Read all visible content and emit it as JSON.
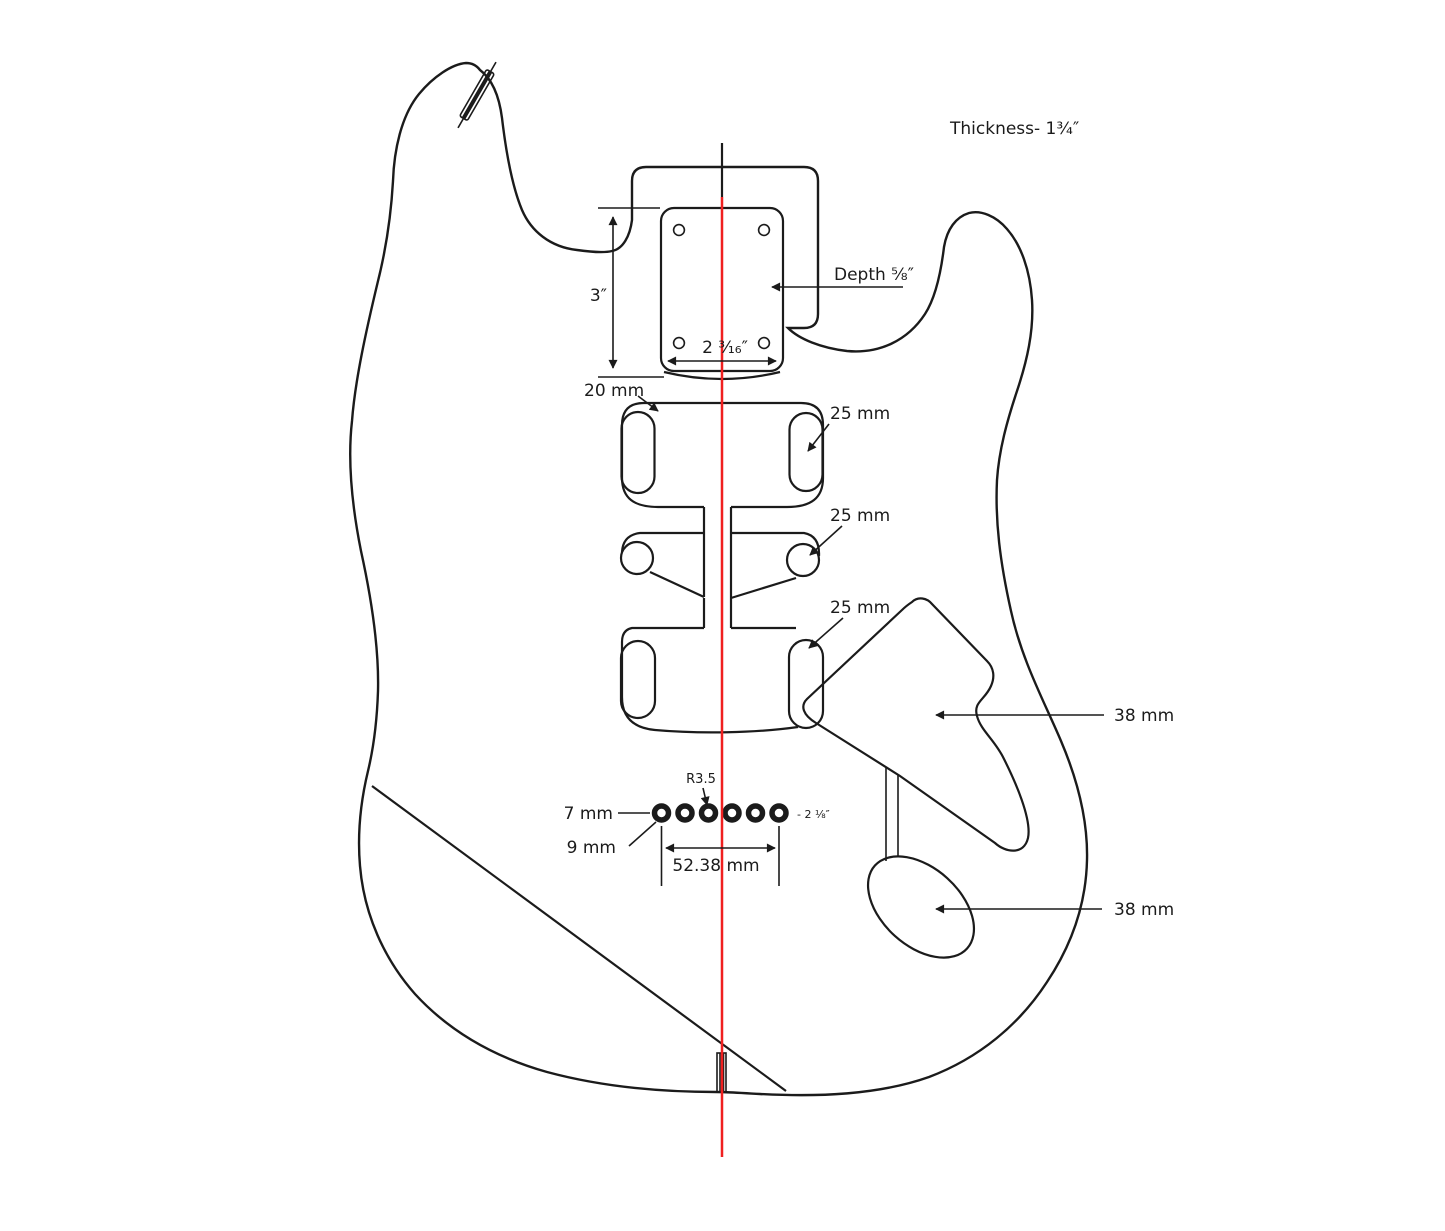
{
  "diagram": {
    "subject": "stratocaster-body-rear-routing-template",
    "colors": {
      "outline": "#1b1b1b",
      "centerline": "#f02020"
    },
    "labels": {
      "thickness": "Thickness- 1¾″",
      "neck_pocket_length": "3″",
      "neck_pocket_depth": "Depth ⅝″",
      "neck_pocket_width": "2 ³⁄₁₆″",
      "neck_route_width": "20 mm",
      "neck_ear_width": "25 mm",
      "middle_ear_width": "25 mm",
      "bridge_ear_width": "25 mm",
      "trem_cavity_width": "38 mm",
      "jack_cavity_width": "38 mm",
      "string_hole_radius": "R3.5",
      "string_hole_diameter": "7 mm",
      "ferrule_diameter": "9 mm",
      "string_spacing": "52.38 mm",
      "string_span": "- 2 ⅛″"
    }
  }
}
